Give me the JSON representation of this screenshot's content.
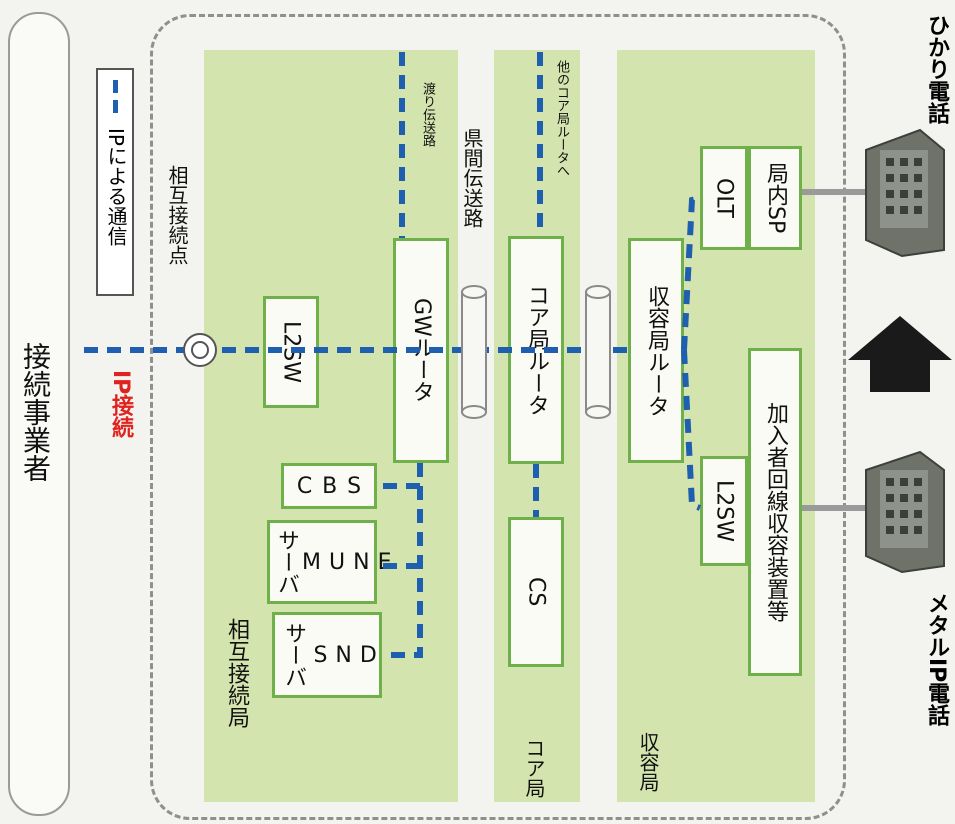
{
  "left_provider": {
    "label": "接続事業者",
    "ip_label": "IP接続"
  },
  "legend": {
    "label": "IPによる通信"
  },
  "interconnect_point": {
    "label": "相互接続点"
  },
  "stations": {
    "interconnect": {
      "label": "相互接続局",
      "l2sw": "L2SW",
      "gw_router": "GWルータ",
      "sbc": [
        "S",
        "B",
        "C"
      ],
      "enum_server": "サーバ",
      "enum_letters": [
        "E",
        "N",
        "U",
        "M"
      ],
      "dns_server": "サーバ",
      "dns_letters": [
        "D",
        "N",
        "S"
      ],
      "transit_path": "渡り伝送路"
    },
    "core": {
      "label": "コア局",
      "router": "コア局ルータ",
      "cs": "CS",
      "other_core": "他のコア局ルータへ"
    },
    "accommodation": {
      "label": "収容局",
      "router": "収容局ルータ",
      "olt": "OLT",
      "sp": "局内SP",
      "l2sw": "L2SW",
      "subscriber": "加入者回線収容装置等"
    }
  },
  "inter_prefecture": "県間伝送路",
  "phones": {
    "hikari": "ひかり電話",
    "metal": "メタルIP電話"
  },
  "colors": {
    "dash": "#1f5fb0",
    "station": "#d4e4ae",
    "box_border": "#6fb04a",
    "ip_red": "#e0231e"
  }
}
